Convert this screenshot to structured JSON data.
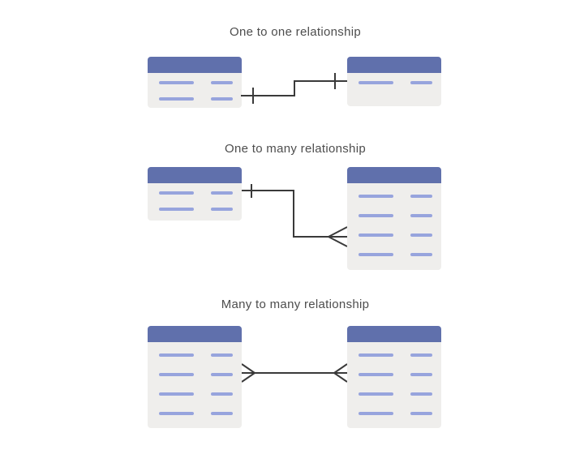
{
  "page": {
    "background": "#ffffff"
  },
  "colors": {
    "table_header": "#6070ac",
    "table_body": "#efeeec",
    "field_line": "#97a4dd",
    "connector_line": "#3a3a3a",
    "title_text": "#4d4d4d"
  },
  "sections": [
    {
      "title": "One to one relationship",
      "left_table": {
        "field_rows": 2,
        "lines_per_row": [
          "long",
          "short"
        ]
      },
      "right_table": {
        "field_rows": 1,
        "lines_per_row": [
          "long",
          "short"
        ]
      },
      "connector": {
        "style": "stepped",
        "left_cardinality": "one",
        "right_cardinality": "one"
      }
    },
    {
      "title": "One to many relationship",
      "left_table": {
        "field_rows": 2,
        "lines_per_row": [
          "long",
          "short"
        ]
      },
      "right_table": {
        "field_rows": 4,
        "lines_per_row": [
          "long",
          "short"
        ]
      },
      "connector": {
        "style": "stepped",
        "left_cardinality": "one",
        "right_cardinality": "many"
      }
    },
    {
      "title": "Many to many relationship",
      "left_table": {
        "field_rows": 4,
        "lines_per_row": [
          "long",
          "short"
        ]
      },
      "right_table": {
        "field_rows": 4,
        "lines_per_row": [
          "long",
          "short"
        ]
      },
      "connector": {
        "style": "straight",
        "left_cardinality": "many",
        "right_cardinality": "many"
      }
    }
  ]
}
